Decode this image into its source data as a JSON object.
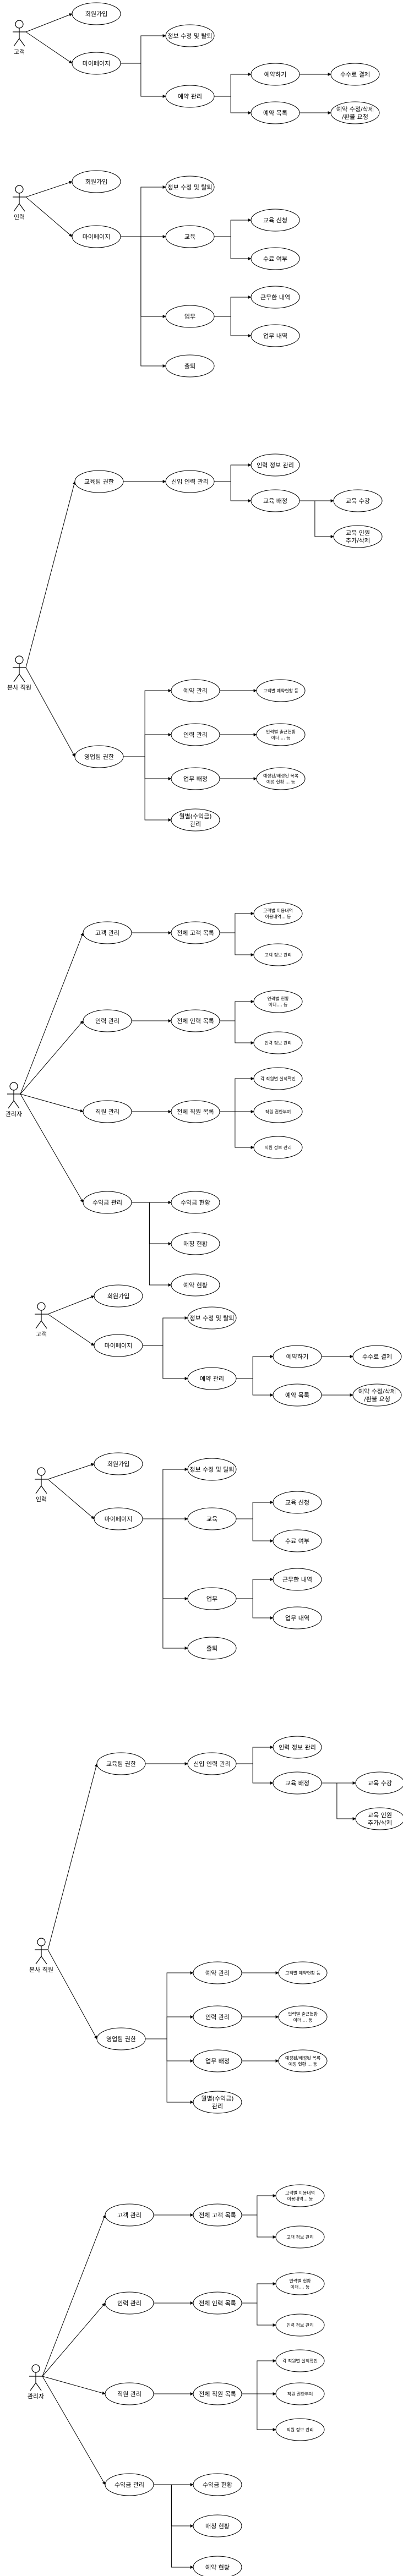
{
  "diagrams": [
    {
      "actors": [
        {
          "id": "customer",
          "label": "고객"
        }
      ],
      "nodes": [
        {
          "id": "join",
          "label": [
            "회원가입"
          ]
        },
        {
          "id": "mypage",
          "label": [
            "마이페이지"
          ]
        },
        {
          "id": "info",
          "label": [
            "정보 수정 및 탈퇴"
          ]
        },
        {
          "id": "resv",
          "label": [
            "예약 관리"
          ]
        },
        {
          "id": "resvdo",
          "label": [
            "예약하기"
          ]
        },
        {
          "id": "pay",
          "label": [
            "수수료 결제"
          ]
        },
        {
          "id": "resvlist",
          "label": [
            "예약 목록"
          ]
        },
        {
          "id": "resvedit",
          "label": [
            "예약 수정/삭제",
            "/환불 요청"
          ]
        }
      ],
      "edges": [
        [
          "customer",
          "join"
        ],
        [
          "customer",
          "mypage"
        ],
        [
          "mypage",
          "info"
        ],
        [
          "mypage",
          "resv"
        ],
        [
          "resv",
          "resvdo"
        ],
        [
          "resv",
          "resvlist"
        ],
        [
          "resvdo",
          "pay"
        ],
        [
          "resvlist",
          "resvedit"
        ]
      ]
    },
    {
      "actors": [
        {
          "id": "worker",
          "label": "인력"
        }
      ],
      "nodes": [
        {
          "id": "join",
          "label": [
            "회원가입"
          ]
        },
        {
          "id": "mypage",
          "label": [
            "마이페이지"
          ]
        },
        {
          "id": "info",
          "label": [
            "정보 수정 및 탈퇴"
          ]
        },
        {
          "id": "edu",
          "label": [
            "교육"
          ]
        },
        {
          "id": "eduapply",
          "label": [
            "교육 신청"
          ]
        },
        {
          "id": "eduhist",
          "label": [
            "수료 여부"
          ]
        },
        {
          "id": "work",
          "label": [
            "업무"
          ]
        },
        {
          "id": "workhist",
          "label": [
            "근무한 내역"
          ]
        },
        {
          "id": "workstat",
          "label": [
            "업무 내역"
          ]
        },
        {
          "id": "attend",
          "label": [
            "출퇴"
          ]
        }
      ],
      "edges": [
        [
          "worker",
          "join"
        ],
        [
          "worker",
          "mypage"
        ],
        [
          "mypage",
          "info"
        ],
        [
          "mypage",
          "edu"
        ],
        [
          "mypage",
          "work"
        ],
        [
          "mypage",
          "attend"
        ],
        [
          "edu",
          "eduapply"
        ],
        [
          "edu",
          "eduhist"
        ],
        [
          "work",
          "workhist"
        ],
        [
          "work",
          "workstat"
        ]
      ]
    },
    {
      "actors": [
        {
          "id": "staff",
          "label": "본사 직원"
        }
      ],
      "nodes": [
        {
          "id": "edumgr",
          "label": [
            "교육팀 권한"
          ]
        },
        {
          "id": "workermgr",
          "label": [
            "신입 인력 관리"
          ]
        },
        {
          "id": "workerinfo",
          "label": [
            "인력 정보 관리"
          ]
        },
        {
          "id": "edusched",
          "label": [
            "교육 배정"
          ]
        },
        {
          "id": "eduedit",
          "label": [
            "교육 수강"
          ]
        },
        {
          "id": "eduadd",
          "label": [
            "교육 인원",
            "추가/삭제"
          ]
        },
        {
          "id": "bizmgr",
          "label": [
            "영업팀 권한"
          ]
        },
        {
          "id": "resvmgr",
          "label": [
            "예약 관리"
          ]
        },
        {
          "id": "resvmgrd",
          "label": [
            "고객별 예약현황 등"
          ],
          "small": true
        },
        {
          "id": "wmgr",
          "label": [
            "인력 관리"
          ]
        },
        {
          "id": "wmgrd",
          "label": [
            "인력별 출근현황",
            "이더.... 등"
          ],
          "small": true
        },
        {
          "id": "jobmgr",
          "label": [
            "업무 배정"
          ]
        },
        {
          "id": "jobmgrd",
          "label": [
            "예정된/배정된 목록",
            "예정 현황 ... 등"
          ],
          "small": true
        },
        {
          "id": "salary",
          "label": [
            "월별(수익금)",
            "관리"
          ]
        }
      ],
      "edges": [
        [
          "staff",
          "edumgr"
        ],
        [
          "staff",
          "bizmgr"
        ],
        [
          "edumgr",
          "workermgr"
        ],
        [
          "workermgr",
          "workerinfo"
        ],
        [
          "workermgr",
          "edusched"
        ],
        [
          "edusched",
          "eduedit"
        ],
        [
          "edusched",
          "eduadd"
        ],
        [
          "bizmgr",
          "resvmgr"
        ],
        [
          "bizmgr",
          "wmgr"
        ],
        [
          "bizmgr",
          "jobmgr"
        ],
        [
          "bizmgr",
          "salary"
        ],
        [
          "resvmgr",
          "resvmgrd"
        ],
        [
          "wmgr",
          "wmgrd"
        ],
        [
          "jobmgr",
          "jobmgrd"
        ]
      ]
    },
    {
      "actors": [
        {
          "id": "admin",
          "label": "관리자"
        }
      ],
      "nodes": [
        {
          "id": "cust",
          "label": [
            "고객 관리"
          ]
        },
        {
          "id": "custlist",
          "label": [
            "전체 고객 목록"
          ]
        },
        {
          "id": "custd1",
          "label": [
            "고객별 이용내역",
            "이용내역... 등"
          ],
          "small": true
        },
        {
          "id": "custd2",
          "label": [
            "고객 정보 관리"
          ],
          "small": true
        },
        {
          "id": "wrk",
          "label": [
            "인력 관리"
          ]
        },
        {
          "id": "wrklist",
          "label": [
            "전체 인력 목록"
          ]
        },
        {
          "id": "wrkd1",
          "label": [
            "인력별 현황",
            "이더.... 등"
          ],
          "small": true
        },
        {
          "id": "wrkd2",
          "label": [
            "인력 정보 관리"
          ],
          "small": true
        },
        {
          "id": "stf",
          "label": [
            "직원 관리"
          ]
        },
        {
          "id": "stflist",
          "label": [
            "전체 직원 목록"
          ]
        },
        {
          "id": "stfd1",
          "label": [
            "각 직원별 실적확인"
          ],
          "small": true
        },
        {
          "id": "stfd2",
          "label": [
            "직원 권한부여"
          ],
          "small": true
        },
        {
          "id": "stfd3",
          "label": [
            "직원 정보 관리"
          ],
          "small": true
        },
        {
          "id": "rev",
          "label": [
            "수익금 관리"
          ]
        },
        {
          "id": "revnow",
          "label": [
            "수익금 현황"
          ]
        },
        {
          "id": "revyear",
          "label": [
            "매칭 현황"
          ]
        },
        {
          "id": "revmonth",
          "label": [
            "예약 현황"
          ]
        }
      ],
      "edges": [
        [
          "admin",
          "cust"
        ],
        [
          "admin",
          "wrk"
        ],
        [
          "admin",
          "stf"
        ],
        [
          "admin",
          "rev"
        ],
        [
          "cust",
          "custlist"
        ],
        [
          "custlist",
          "custd1"
        ],
        [
          "custlist",
          "custd2"
        ],
        [
          "wrk",
          "wrklist"
        ],
        [
          "wrklist",
          "wrkd1"
        ],
        [
          "wrklist",
          "wrkd2"
        ],
        [
          "stf",
          "stflist"
        ],
        [
          "stflist",
          "stfd1"
        ],
        [
          "stflist",
          "stfd2"
        ],
        [
          "stflist",
          "stfd3"
        ],
        [
          "rev",
          "revnow"
        ],
        [
          "rev",
          "revyear"
        ],
        [
          "rev",
          "revmonth"
        ]
      ]
    }
  ]
}
